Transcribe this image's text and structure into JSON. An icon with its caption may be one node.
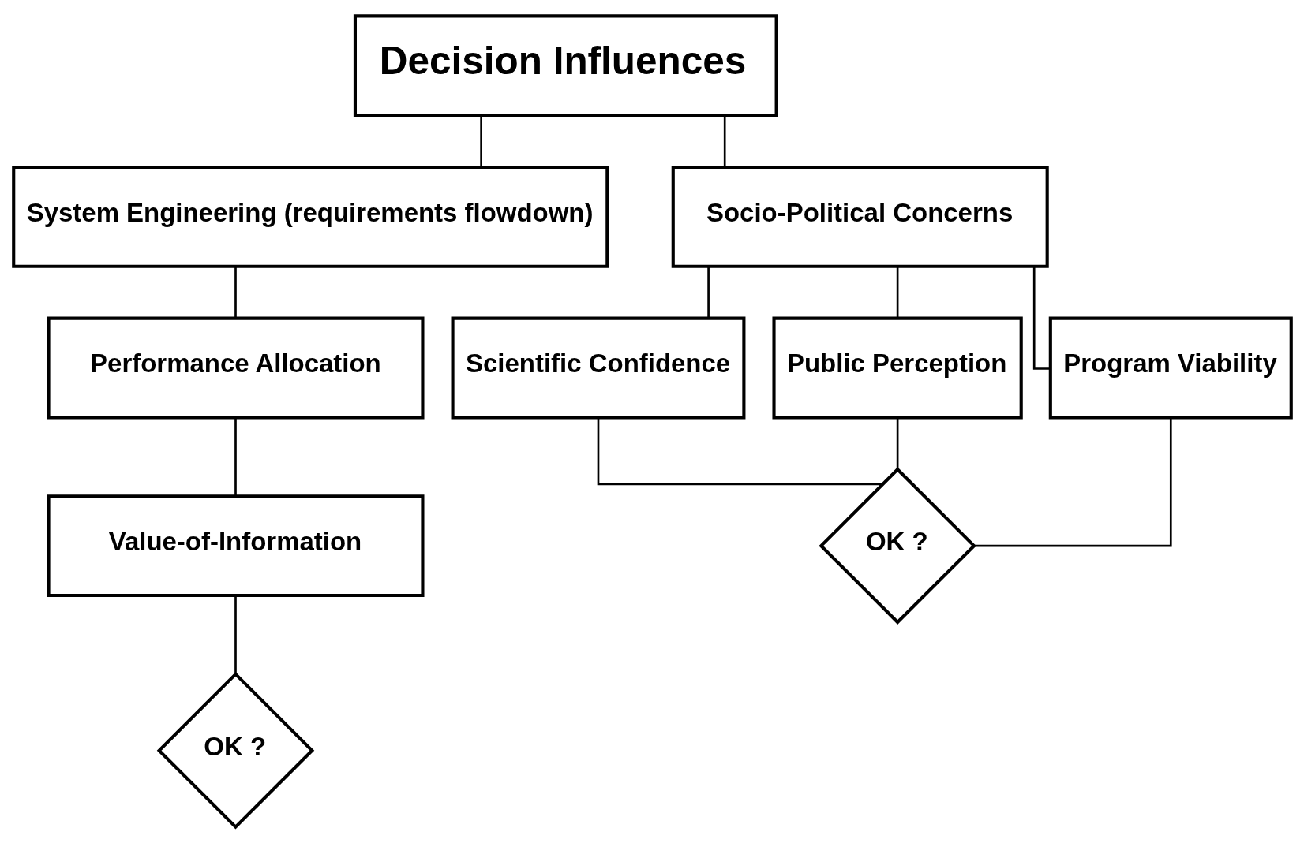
{
  "diagram": {
    "nodes": [
      {
        "text": [
          "Decision Influences"
        ]
      },
      {
        "text": [
          "System Engineering (requirements flowdown)"
        ]
      },
      {
        "text": [
          "Socio-Political Concerns"
        ]
      },
      {
        "text": [
          "Performance Allocation"
        ]
      },
      {
        "text": [
          "Value-of-Information"
        ]
      },
      {
        "text": [
          "OK ?"
        ]
      },
      {
        "text": [
          "Scientific Confidence"
        ]
      },
      {
        "text": [
          "Public Perception"
        ]
      },
      {
        "text": [
          "Program Viability"
        ]
      },
      {
        "text": [
          "OK ?"
        ]
      }
    ],
    "edges": [
      {
        "from": 0,
        "to": 1,
        "arrow": "none"
      },
      {
        "from": 0,
        "to": 2,
        "arrow": "none"
      },
      {
        "from": 1,
        "to": 3,
        "arrow": "none"
      },
      {
        "from": 3,
        "to": 4,
        "arrow": "none"
      },
      {
        "from": 4,
        "to": 5,
        "arrow": "none"
      },
      {
        "from": 2,
        "to": 6,
        "arrow": "none"
      },
      {
        "from": 2,
        "to": 7,
        "arrow": "none"
      },
      {
        "from": 2,
        "to": 8,
        "arrow": "none"
      },
      {
        "from": 6,
        "to": 9,
        "arrow": "none"
      },
      {
        "from": 7,
        "to": 9,
        "arrow": "none"
      },
      {
        "from": 8,
        "to": 9,
        "arrow": "none"
      }
    ]
  }
}
